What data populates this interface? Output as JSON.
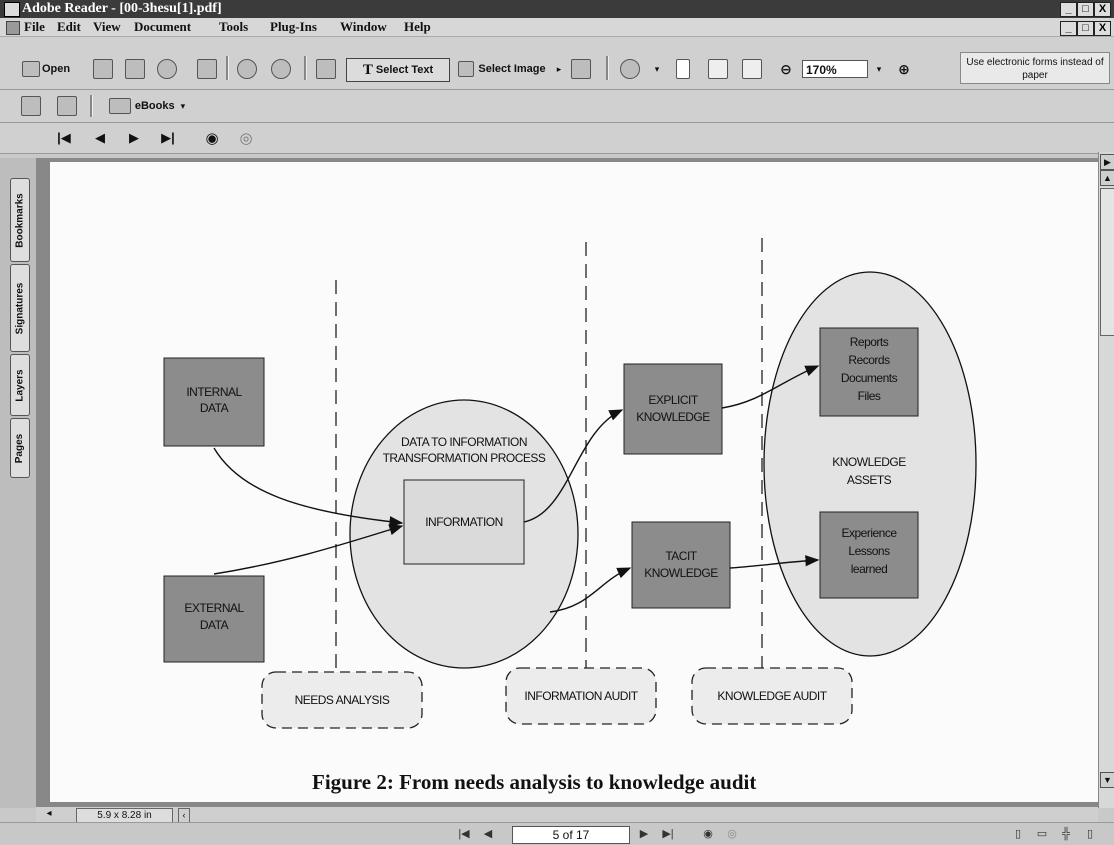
{
  "window": {
    "title": "Adobe Reader - [00-3hesu[1].pdf]",
    "controls": [
      "_",
      "□",
      "X"
    ]
  },
  "menu": [
    "File",
    "Edit",
    "View",
    "Document",
    "Tools",
    "Plug-Ins",
    "Window",
    "Help"
  ],
  "toolbar": {
    "open_label": "Open",
    "select_text_label": "Select Text",
    "select_image_label": "Select Image",
    "zoom_value": "170%",
    "ebooks_label": "eBooks",
    "forms_message": "Use electronic forms instead of paper"
  },
  "side_tabs": [
    "Bookmarks",
    "Signatures",
    "Layers",
    "Pages"
  ],
  "diagram": {
    "internal_data": [
      "INTERNAL",
      "DATA"
    ],
    "external_data": [
      "EXTERNAL",
      "DATA"
    ],
    "process_title": [
      "DATA TO INFORMATION",
      "TRANSFORMATION PROCESS"
    ],
    "information": "INFORMATION",
    "explicit_knowledge": [
      "EXPLICIT",
      "KNOWLEDGE"
    ],
    "tacit_knowledge": [
      "TACIT",
      "KNOWLEDGE"
    ],
    "reports_box": [
      "Reports",
      "Records",
      "Documents",
      "Files"
    ],
    "knowledge_assets": [
      "KNOWLEDGE",
      "ASSETS"
    ],
    "experience_box": [
      "Experience",
      "Lessons",
      "learned"
    ],
    "needs_analysis": "NEEDS ANALYSIS",
    "information_audit": "INFORMATION AUDIT",
    "knowledge_audit": "KNOWLEDGE AUDIT",
    "caption": "Figure 2: From needs analysis to knowledge audit"
  },
  "page_size": "5.9 x 8.28 in",
  "page_indicator": "5 of 17",
  "colors": {
    "box_fill": "#8c8c8c",
    "ellipse_fill": "#e3e3e3",
    "info_fill": "#dadada",
    "page": "#fbfbfb"
  }
}
